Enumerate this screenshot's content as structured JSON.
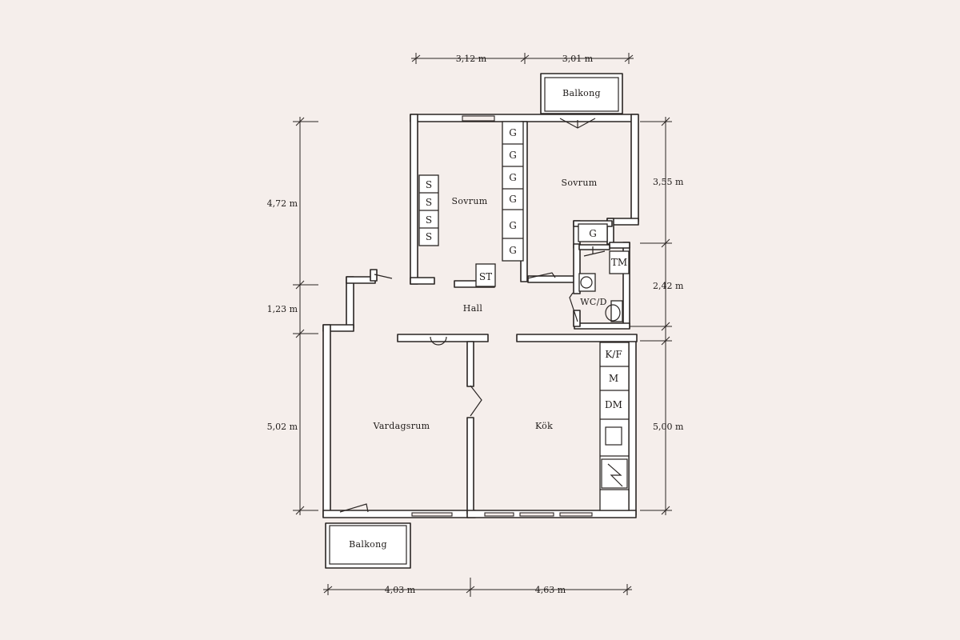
{
  "rooms": {
    "bedroom_left": "Sovrum",
    "bedroom_right": "Sovrum",
    "hall": "Hall",
    "living_room": "Vardagsrum",
    "kitchen": "Kök",
    "balcony_top": "Balkong",
    "balcony_bottom": "Balkong",
    "wc": "WC/D"
  },
  "fixtures": {
    "wardrobe": "G",
    "shelf": "S",
    "storage": "ST",
    "washer": "TM",
    "fridge_freezer": "K/F",
    "microwave": "M",
    "dishwasher": "DM"
  },
  "dimensions": {
    "top_left": "3,12 m",
    "top_right": "3,01 m",
    "bottom_left": "4,03 m",
    "bottom_right": "4,63 m",
    "left_upper": "4,72 m",
    "left_middle": "1,23 m",
    "left_lower": "5,02 m",
    "right_upper": "3,55 m",
    "right_middle": "2,42 m",
    "right_lower": "5,00 m"
  }
}
